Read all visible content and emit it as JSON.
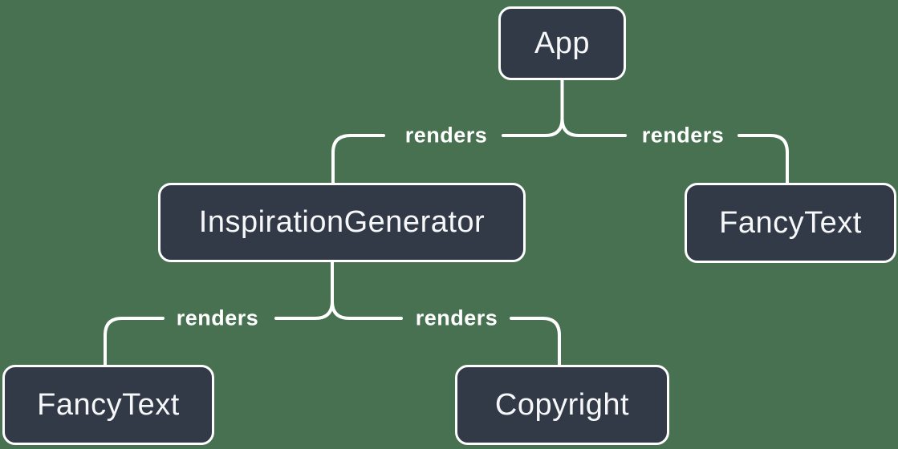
{
  "colors": {
    "background": "#477150",
    "node_fill": "#333A47",
    "node_border": "#FFFFFF",
    "node_text": "#F6F7F9",
    "connector_line": "#FFFFFF",
    "edge_label_text": "#FFFFFF"
  },
  "diagram": {
    "type": "tree",
    "nodes": [
      {
        "id": "app",
        "label": "App"
      },
      {
        "id": "inspiration-generator",
        "label": "InspirationGenerator"
      },
      {
        "id": "fancy-text-top-right",
        "label": "FancyText"
      },
      {
        "id": "fancy-text-bottom-left",
        "label": "FancyText"
      },
      {
        "id": "copyright",
        "label": "Copyright"
      }
    ],
    "edges": [
      {
        "from": "App",
        "to": "InspirationGenerator",
        "label": "renders"
      },
      {
        "from": "App",
        "to": "FancyText",
        "label": "renders"
      },
      {
        "from": "InspirationGenerator",
        "to": "FancyText",
        "label": "renders"
      },
      {
        "from": "InspirationGenerator",
        "to": "Copyright",
        "label": "renders"
      }
    ]
  }
}
